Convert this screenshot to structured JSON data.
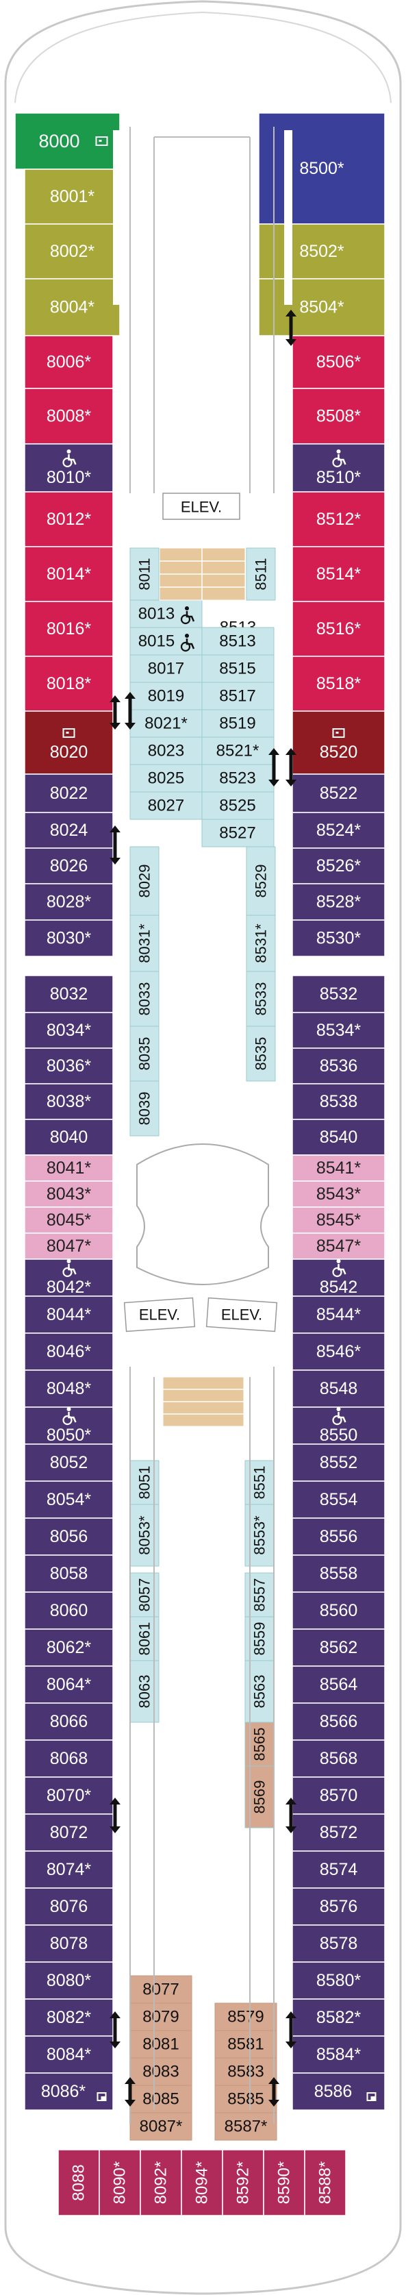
{
  "colors": {
    "green": "#1a9a4a",
    "blue": "#3a3f9a",
    "olive": "#a8a83a",
    "red": "#d41e52",
    "darkred": "#8e1a22",
    "purple": "#4a3572",
    "pink": "#e8a8c8",
    "lightblue": "#c9e6ea",
    "tan": "#d6a890",
    "magenta": "#b02a5a"
  },
  "icons": {
    "accessible": "wheelchair-icon",
    "connecting": "connecting-arrow-icon",
    "sofa_bed": "sofa-bed-icon",
    "inside_alt": "alt-icon"
  },
  "labels": {
    "elevator_top": "ELEV.",
    "elevator_left": "ELEV.",
    "elevator_right": "ELEV."
  },
  "cabins": {
    "left_outer": [
      {
        "id": "8000",
        "label": "8000",
        "color": "green",
        "icon": "sofa"
      },
      {
        "id": "8001",
        "label": "8001*",
        "color": "olive"
      },
      {
        "id": "8002",
        "label": "8002*",
        "color": "olive"
      },
      {
        "id": "8004",
        "label": "8004*",
        "color": "olive"
      },
      {
        "id": "8006",
        "label": "8006*",
        "color": "red"
      },
      {
        "id": "8008",
        "label": "8008*",
        "color": "red"
      },
      {
        "id": "8010",
        "label": "8010*",
        "color": "purple",
        "acc": true
      },
      {
        "id": "8012",
        "label": "8012*",
        "color": "red"
      },
      {
        "id": "8014",
        "label": "8014*",
        "color": "red"
      },
      {
        "id": "8016",
        "label": "8016*",
        "color": "red"
      },
      {
        "id": "8018",
        "label": "8018*",
        "color": "red"
      },
      {
        "id": "8020",
        "label": "8020",
        "color": "darkred",
        "icon": "sofa"
      },
      {
        "id": "8022",
        "label": "8022",
        "color": "purple"
      },
      {
        "id": "8024",
        "label": "8024",
        "color": "purple"
      },
      {
        "id": "8026",
        "label": "8026",
        "color": "purple"
      },
      {
        "id": "8028",
        "label": "8028*",
        "color": "purple"
      },
      {
        "id": "8030",
        "label": "8030*",
        "color": "purple"
      },
      {
        "id": "8032",
        "label": "8032",
        "color": "purple"
      },
      {
        "id": "8034",
        "label": "8034*",
        "color": "purple"
      },
      {
        "id": "8036",
        "label": "8036*",
        "color": "purple"
      },
      {
        "id": "8038",
        "label": "8038*",
        "color": "purple"
      },
      {
        "id": "8040",
        "label": "8040",
        "color": "purple"
      },
      {
        "id": "8041",
        "label": "8041*",
        "color": "pink"
      },
      {
        "id": "8043",
        "label": "8043*",
        "color": "pink"
      },
      {
        "id": "8045",
        "label": "8045*",
        "color": "pink"
      },
      {
        "id": "8047",
        "label": "8047*",
        "color": "pink"
      },
      {
        "id": "8042",
        "label": "8042*",
        "color": "purple",
        "acc": true
      },
      {
        "id": "8044",
        "label": "8044*",
        "color": "purple"
      },
      {
        "id": "8046",
        "label": "8046*",
        "color": "purple"
      },
      {
        "id": "8048",
        "label": "8048*",
        "color": "purple"
      },
      {
        "id": "8050",
        "label": "8050*",
        "color": "purple",
        "acc": true
      },
      {
        "id": "8052",
        "label": "8052",
        "color": "purple"
      },
      {
        "id": "8054",
        "label": "8054*",
        "color": "purple"
      },
      {
        "id": "8056",
        "label": "8056",
        "color": "purple"
      },
      {
        "id": "8058",
        "label": "8058",
        "color": "purple"
      },
      {
        "id": "8060",
        "label": "8060",
        "color": "purple"
      },
      {
        "id": "8062",
        "label": "8062*",
        "color": "purple"
      },
      {
        "id": "8064",
        "label": "8064*",
        "color": "purple"
      },
      {
        "id": "8066",
        "label": "8066",
        "color": "purple"
      },
      {
        "id": "8068",
        "label": "8068",
        "color": "purple"
      },
      {
        "id": "8070",
        "label": "8070*",
        "color": "purple"
      },
      {
        "id": "8072",
        "label": "8072",
        "color": "purple"
      },
      {
        "id": "8074",
        "label": "8074*",
        "color": "purple"
      },
      {
        "id": "8076",
        "label": "8076",
        "color": "purple"
      },
      {
        "id": "8078",
        "label": "8078",
        "color": "purple"
      },
      {
        "id": "8080",
        "label": "8080*",
        "color": "purple"
      },
      {
        "id": "8082",
        "label": "8082*",
        "color": "purple"
      },
      {
        "id": "8084",
        "label": "8084*",
        "color": "purple"
      },
      {
        "id": "8086",
        "label": "8086*",
        "color": "purple",
        "icon": "alt"
      }
    ],
    "right_outer": [
      {
        "id": "8500",
        "label": "8500*",
        "color": "blue"
      },
      {
        "id": "8502",
        "label": "8502*",
        "color": "olive"
      },
      {
        "id": "8504",
        "label": "8504*",
        "color": "olive"
      },
      {
        "id": "8506",
        "label": "8506*",
        "color": "red"
      },
      {
        "id": "8508",
        "label": "8508*",
        "color": "red"
      },
      {
        "id": "8510",
        "label": "8510*",
        "color": "purple",
        "acc": true
      },
      {
        "id": "8512",
        "label": "8512*",
        "color": "red"
      },
      {
        "id": "8514",
        "label": "8514*",
        "color": "red"
      },
      {
        "id": "8516",
        "label": "8516*",
        "color": "red"
      },
      {
        "id": "8518",
        "label": "8518*",
        "color": "red"
      },
      {
        "id": "8520",
        "label": "8520",
        "color": "darkred",
        "icon": "sofa"
      },
      {
        "id": "8522",
        "label": "8522",
        "color": "purple"
      },
      {
        "id": "8524",
        "label": "8524*",
        "color": "purple"
      },
      {
        "id": "8526",
        "label": "8526*",
        "color": "purple"
      },
      {
        "id": "8528",
        "label": "8528*",
        "color": "purple"
      },
      {
        "id": "8530",
        "label": "8530*",
        "color": "purple"
      },
      {
        "id": "8532",
        "label": "8532",
        "color": "purple"
      },
      {
        "id": "8534",
        "label": "8534*",
        "color": "purple"
      },
      {
        "id": "8536",
        "label": "8536",
        "color": "purple"
      },
      {
        "id": "8538",
        "label": "8538",
        "color": "purple"
      },
      {
        "id": "8540",
        "label": "8540",
        "color": "purple"
      },
      {
        "id": "8541",
        "label": "8541*",
        "color": "pink"
      },
      {
        "id": "8543",
        "label": "8543*",
        "color": "pink"
      },
      {
        "id": "8545",
        "label": "8545*",
        "color": "pink"
      },
      {
        "id": "8547",
        "label": "8547*",
        "color": "pink"
      },
      {
        "id": "8542",
        "label": "8542",
        "color": "purple",
        "acc": true
      },
      {
        "id": "8544",
        "label": "8544*",
        "color": "purple"
      },
      {
        "id": "8546",
        "label": "8546*",
        "color": "purple"
      },
      {
        "id": "8548",
        "label": "8548",
        "color": "purple"
      },
      {
        "id": "8550",
        "label": "8550",
        "color": "purple",
        "acc": true
      },
      {
        "id": "8552",
        "label": "8552",
        "color": "purple"
      },
      {
        "id": "8554",
        "label": "8554",
        "color": "purple"
      },
      {
        "id": "8556",
        "label": "8556",
        "color": "purple"
      },
      {
        "id": "8558",
        "label": "8558",
        "color": "purple"
      },
      {
        "id": "8560",
        "label": "8560",
        "color": "purple"
      },
      {
        "id": "8562",
        "label": "8562",
        "color": "purple"
      },
      {
        "id": "8564",
        "label": "8564",
        "color": "purple"
      },
      {
        "id": "8566",
        "label": "8566",
        "color": "purple"
      },
      {
        "id": "8568",
        "label": "8568",
        "color": "purple"
      },
      {
        "id": "8570",
        "label": "8570",
        "color": "purple"
      },
      {
        "id": "8572",
        "label": "8572",
        "color": "purple"
      },
      {
        "id": "8574",
        "label": "8574",
        "color": "purple"
      },
      {
        "id": "8576",
        "label": "8576",
        "color": "purple"
      },
      {
        "id": "8578",
        "label": "8578",
        "color": "purple"
      },
      {
        "id": "8580",
        "label": "8580*",
        "color": "purple"
      },
      {
        "id": "8582",
        "label": "8582*",
        "color": "purple"
      },
      {
        "id": "8584",
        "label": "8584*",
        "color": "purple"
      },
      {
        "id": "8586",
        "label": "8586",
        "color": "purple",
        "icon": "alt"
      }
    ],
    "inner_horizontal_left": [
      {
        "id": "8013",
        "label": "8013",
        "acc": true
      },
      {
        "id": "8015",
        "label": "8015",
        "acc": true
      },
      {
        "id": "8017",
        "label": "8017"
      },
      {
        "id": "8019",
        "label": "8019"
      },
      {
        "id": "8021",
        "label": "8021*"
      },
      {
        "id": "8023",
        "label": "8023"
      },
      {
        "id": "8025",
        "label": "8025"
      },
      {
        "id": "8027",
        "label": "8027"
      }
    ],
    "inner_horizontal_right": [
      {
        "id": "8513",
        "label": "8513"
      },
      {
        "id": "8515",
        "label": "8515"
      },
      {
        "id": "8517",
        "label": "8517"
      },
      {
        "id": "8519",
        "label": "8519"
      },
      {
        "id": "8521",
        "label": "8521*"
      },
      {
        "id": "8523",
        "label": "8523"
      },
      {
        "id": "8525",
        "label": "8525"
      },
      {
        "id": "8527",
        "label": "8527"
      }
    ],
    "inner_vertical": [
      {
        "id": "8011",
        "label": "8011"
      },
      {
        "id": "8511",
        "label": "8511"
      },
      {
        "id": "8029",
        "label": "8029"
      },
      {
        "id": "8031",
        "label": "8031*"
      },
      {
        "id": "8033",
        "label": "8033"
      },
      {
        "id": "8035",
        "label": "8035"
      },
      {
        "id": "8039",
        "label": "8039"
      },
      {
        "id": "8529",
        "label": "8529"
      },
      {
        "id": "8531",
        "label": "8531*"
      },
      {
        "id": "8533",
        "label": "8533"
      },
      {
        "id": "8535",
        "label": "8535"
      },
      {
        "id": "8051",
        "label": "8051"
      },
      {
        "id": "8053",
        "label": "8053*"
      },
      {
        "id": "8057",
        "label": "8057"
      },
      {
        "id": "8061",
        "label": "8061"
      },
      {
        "id": "8063",
        "label": "8063"
      },
      {
        "id": "8551",
        "label": "8551"
      },
      {
        "id": "8553",
        "label": "8553*"
      },
      {
        "id": "8557",
        "label": "8557"
      },
      {
        "id": "8559",
        "label": "8559"
      },
      {
        "id": "8563",
        "label": "8563"
      },
      {
        "id": "8565",
        "label": "8565"
      },
      {
        "id": "8569",
        "label": "8569"
      }
    ],
    "aft_left": [
      {
        "id": "8077",
        "label": "8077"
      },
      {
        "id": "8079",
        "label": "8079"
      },
      {
        "id": "8081",
        "label": "8081"
      },
      {
        "id": "8083",
        "label": "8083"
      },
      {
        "id": "8085",
        "label": "8085"
      },
      {
        "id": "8087",
        "label": "8087*"
      }
    ],
    "aft_right": [
      {
        "id": "8579",
        "label": "8579"
      },
      {
        "id": "8581",
        "label": "8581"
      },
      {
        "id": "8583",
        "label": "8583"
      },
      {
        "id": "8585",
        "label": "8585"
      },
      {
        "id": "8587",
        "label": "8587*"
      }
    ],
    "stern": [
      {
        "id": "8088",
        "label": "8088"
      },
      {
        "id": "8090",
        "label": "8090*"
      },
      {
        "id": "8092",
        "label": "8092*"
      },
      {
        "id": "8094",
        "label": "8094*"
      },
      {
        "id": "8592",
        "label": "8592*"
      },
      {
        "id": "8590",
        "label": "8590*"
      },
      {
        "id": "8588",
        "label": "8588*"
      }
    ]
  }
}
